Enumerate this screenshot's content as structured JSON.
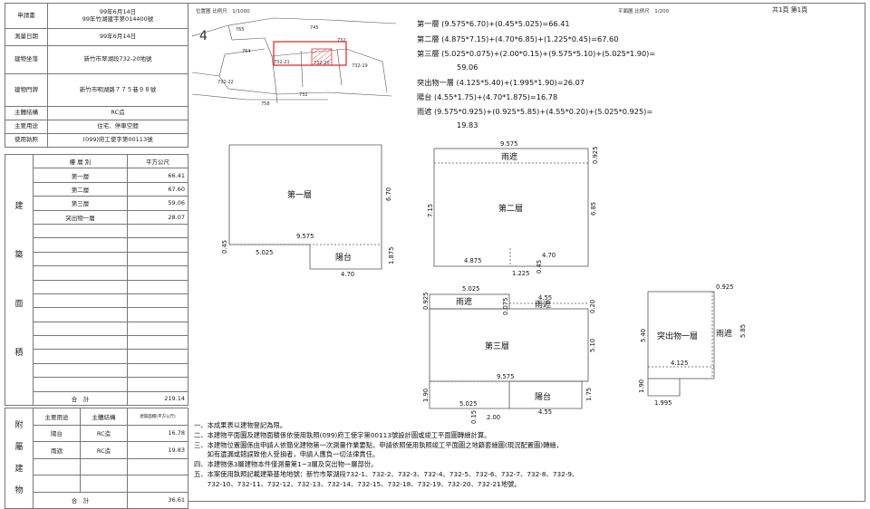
{
  "info": {
    "rows": [
      {
        "label": "申請書",
        "value": "99年6月14日",
        "value2": "99年竹湖建字第014400號"
      },
      {
        "label": "測量日期",
        "value": "99年6月14日"
      },
      {
        "label": "建物坐落",
        "value": "新竹市翠湖段732-20地號"
      },
      {
        "label": "建物門牌",
        "value": "新竹市明湖路７７５巷９８號"
      },
      {
        "label": "主體結構",
        "value": "RC造"
      },
      {
        "label": "主要用途",
        "value": "住宅、停車空間"
      },
      {
        "label": "使用執照",
        "value": "(099)府工使字第00113號"
      }
    ]
  },
  "area_table": {
    "side_chars": [
      "建",
      "築",
      "面",
      "積"
    ],
    "header": {
      "floor": "樓 層 別",
      "area": "平方公尺"
    },
    "rows": [
      {
        "floor": "第一層",
        "area": "66.41"
      },
      {
        "floor": "第二層",
        "area": "67.60"
      },
      {
        "floor": "第三層",
        "area": "59.06"
      },
      {
        "floor": "突出物一層",
        "area": "28.07"
      }
    ],
    "total_label": "合　計",
    "total": "219.14"
  },
  "attached_table": {
    "side_chars": [
      "附",
      "屬",
      "建",
      "物"
    ],
    "header": {
      "use": "主要用途",
      "struct": "主體結構",
      "area": "建築面積(平方公尺)"
    },
    "rows": [
      {
        "use": "陽台",
        "struct": "RC造",
        "area": "16.78"
      },
      {
        "use": "雨遮",
        "struct": "RC造",
        "area": "19.83"
      }
    ],
    "total_label": "合　計",
    "total": "36.61"
  },
  "location_map": {
    "title": "位置圖 比例尺　1/1000",
    "north": "4",
    "parcels": [
      "745",
      "732",
      "764",
      "732-21",
      "732-20",
      "732-19",
      "732-22",
      "732",
      "758",
      "765"
    ]
  },
  "plan_header": {
    "scale": "平面圖 比例尺　1/200",
    "pages": "共1頁 第1頁"
  },
  "formulas": [
    "第一層 (9.575*6.70)+(0.45*5.025)=66.41",
    "第二層 (4.875*7.15)+(4.70*6.85)+(1.225*0.45)=67.60",
    "第三層 (5.025*0.075)+(2.00*0.15)+(9.575*5.10)+(5.025*1.90)=",
    "59.06",
    "突出物一層 (4.125*5.40)+(1.995*1.90)=26.07",
    "陽台 (4.55*1.75)+(4.70*1.875)=16.78",
    "雨遮 (9.575*0.925)+(0.925*5.85)+(4.55*0.20)+(5.025*0.925)=",
    "19.83"
  ],
  "floor1": {
    "name": "第一層",
    "balcony": "陽台",
    "d_top": "9.575",
    "d_right": "6.70",
    "d_left": "0.45",
    "d_b1": "5.025",
    "d_b2": "4.70",
    "d_b3": "1.875"
  },
  "floor2": {
    "name": "第二層",
    "canopy": "雨遮",
    "d_top": "9.575",
    "d_tr": "0.925",
    "d_left": "7.15",
    "d_right": "6.85",
    "d_b1": "4.875",
    "d_b2": "4.70",
    "d_b3": "1.225",
    "d_b4": "0.45"
  },
  "floor3": {
    "name": "第三層",
    "canopy1": "雨遮",
    "canopy2": "雨遮",
    "balcony": "陽台",
    "d_top": "5.025",
    "d_t2": "4.55",
    "d_left": "0.925",
    "d_075": "0.075",
    "d_020": "0.20",
    "d_mid": "9.575",
    "d_right": "5.10",
    "d_bl": "1.90",
    "d_b1": "5.025",
    "d_b2": "4.55",
    "d_br": "1.75",
    "d_015": "0.15",
    "d_200": "2.00"
  },
  "roof": {
    "name": "突出物一層",
    "canopy": "雨遮",
    "d_top": "0.925",
    "d_left": "5.40",
    "d_right": "5.85",
    "d_mid": "4.125",
    "d_bl": "1.90",
    "d_b": "1.995"
  },
  "notes": [
    "一、本成果表以建物登記為限。",
    "二、本建物平面圖及建物面積係依使用執照(099)府工使字第00113號設計圖或竣工平面圖轉繪計算。",
    "三、本建物位置圖係由申請人依簡化建物第一次測量作業要點，申請依照使用執照竣工平面圖之地籍套繪圖(現況配置圖)轉繪，",
    "　　如有遺漏或錯誤致他人受損者，申請人應負一切法律責任。",
    "四、本建物係3層建物本件僅測量第1~3層及突出物一層部份。",
    "五、本案使用執照記載建築基地地號：新竹市翠湖段732-1、732-2、732-3、732-4、732-5、732-6、732-7、732-8、732-9、",
    "　　732-10、732-11、732-12、732-13、732-14、732-15、732-18、732-19、732-20、732-21地號。"
  ]
}
